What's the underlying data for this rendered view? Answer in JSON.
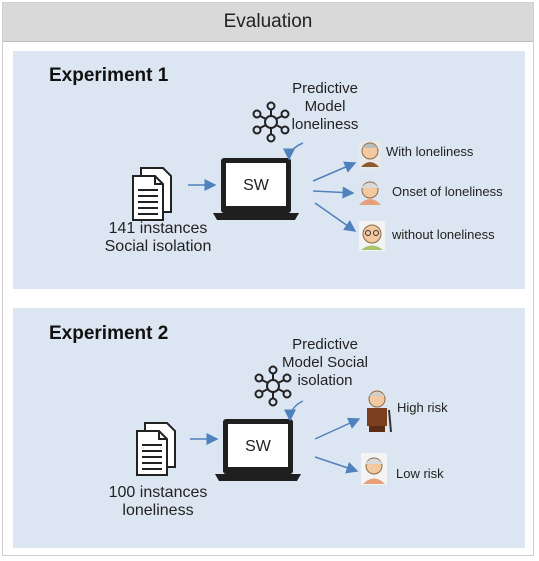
{
  "header": {
    "title": "Evaluation"
  },
  "experiments": [
    {
      "title": "Experiment 1",
      "model": [
        "Predictive",
        "Model",
        "loneliness"
      ],
      "instances": [
        "141 instances",
        "Social isolation"
      ],
      "sw_label": "SW",
      "outputs": [
        "With loneliness",
        "Onset of loneliness",
        "without loneliness"
      ]
    },
    {
      "title": "Experiment 2",
      "model": [
        "Predictive",
        "Model Social",
        "isolation"
      ],
      "instances": [
        "100 instances",
        "loneliness"
      ],
      "sw_label": "SW",
      "outputs": [
        "High risk",
        "Low risk"
      ]
    }
  ],
  "colors": {
    "panel": "#dce6f2",
    "arrow": "#4f81bd",
    "header": "#d9d9d9"
  }
}
